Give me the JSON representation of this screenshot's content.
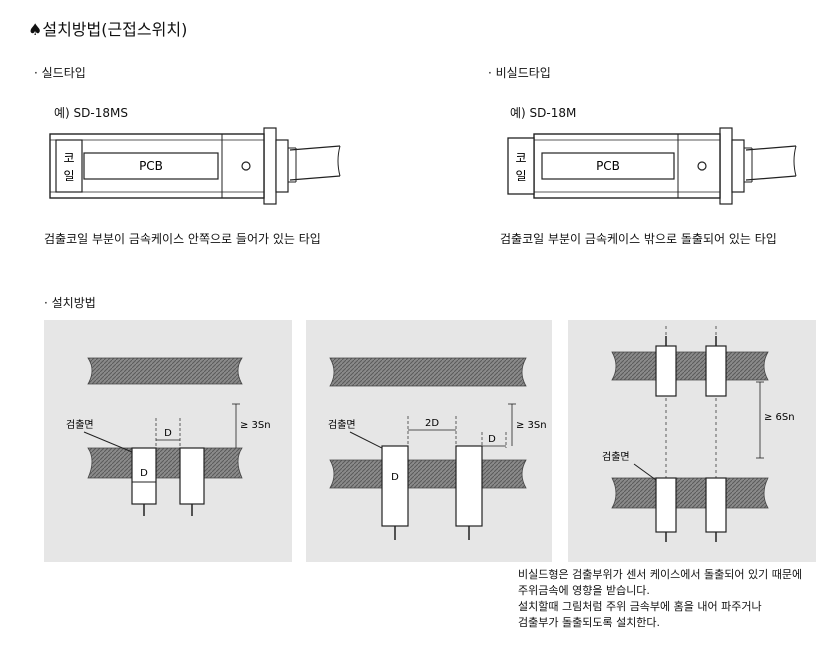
{
  "title": "♠설치방법(근접스위치)",
  "shield": {
    "heading": "· 실드타입",
    "example": "예) SD-18MS",
    "coil_label": [
      "코",
      "일"
    ],
    "pcb_label": "PCB",
    "caption": "검출코일 부분이 금속케이스 안쪽으로 들어가 있는 타입"
  },
  "nonshield": {
    "heading": "· 비실드타입",
    "example": "예) SD-18M",
    "coil_label": [
      "코",
      "일"
    ],
    "pcb_label": "PCB",
    "caption": "검출코일 부분이 금속케이스 밖으로 돌출되어 있는 타입"
  },
  "install": {
    "heading": "· 설치방법",
    "panel1": {
      "face_label": "검출면",
      "d_label": "D",
      "d_inner": "D",
      "gap_label": "≥ 3Sn"
    },
    "panel2": {
      "face_label": "검출면",
      "two_d_label": "2D",
      "d_label": "D",
      "d_inner": "D",
      "gap_label": "≥ 3Sn"
    },
    "panel3": {
      "face_label": "검출면",
      "gap_label": "≥ 6Sn"
    }
  },
  "note": [
    "비실드형은 검출부위가 센서 케이스에서 돌출되어 있기 때문에",
    "주위금속에 영향을 받습니다.",
    "설치할때 그림처럼 주위 금속부에 홈을 내어 파주거나",
    "검출부가 돌출되도록 설치한다."
  ]
}
